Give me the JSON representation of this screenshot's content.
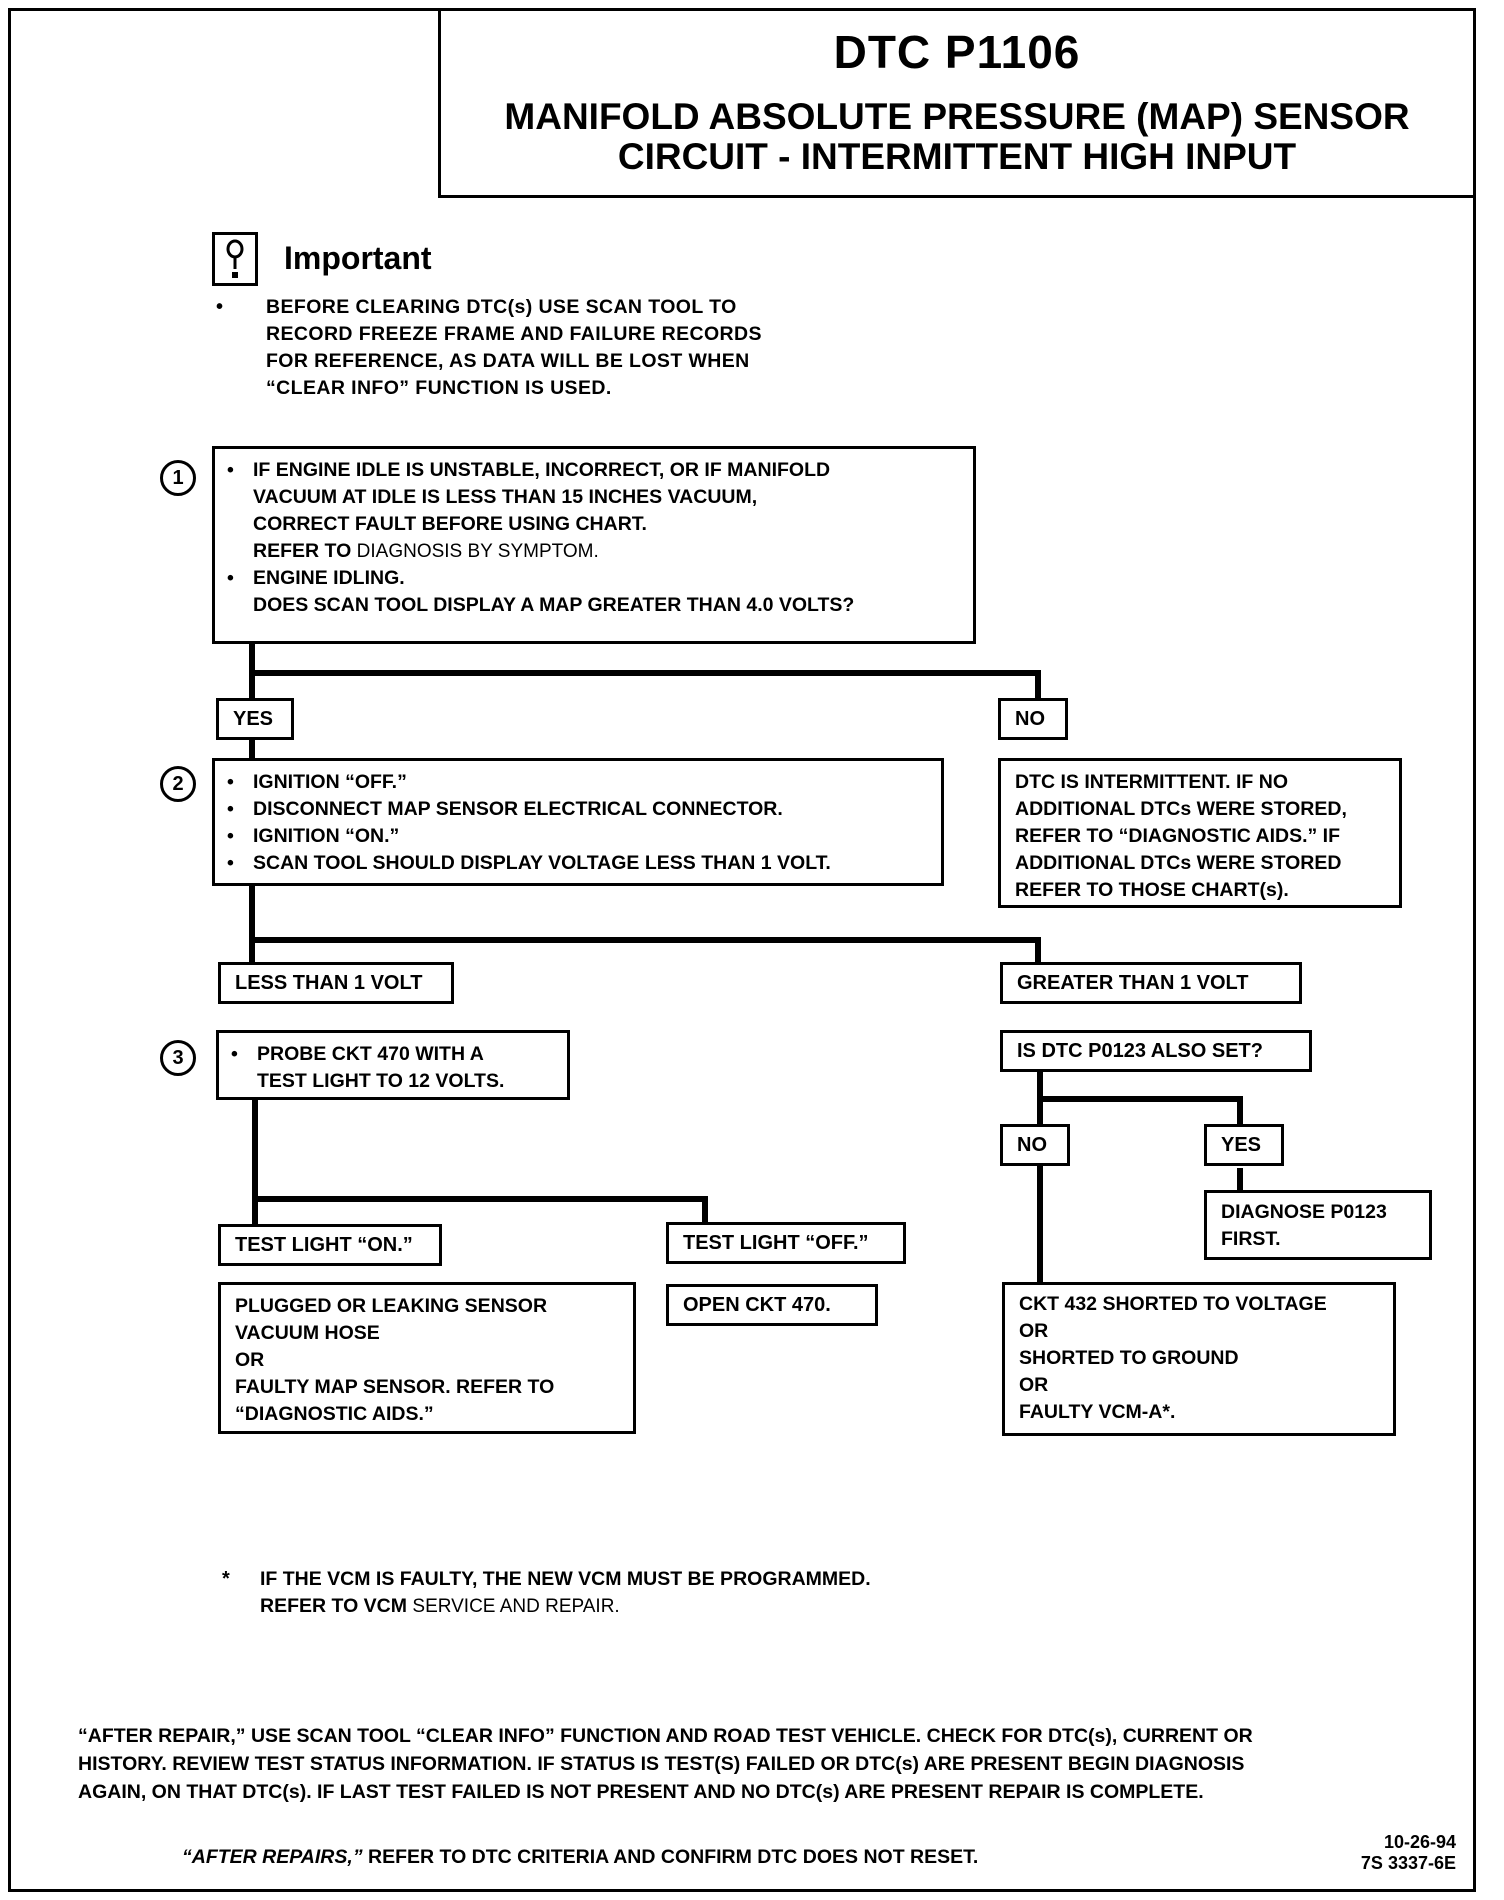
{
  "header": {
    "dtc_code": "DTC P1106",
    "title_line1": "MANIFOLD ABSOLUTE PRESSURE (MAP) SENSOR",
    "title_line2": "CIRCUIT - INTERMITTENT HIGH INPUT"
  },
  "important": {
    "icon": "exclamation-icon",
    "label": "Important",
    "lines": [
      "BEFORE CLEARING DTC(s) USE SCAN TOOL TO",
      "RECORD FREEZE FRAME AND FAILURE RECORDS",
      "FOR REFERENCE, AS DATA WILL BE LOST WHEN",
      "“CLEAR INFO” FUNCTION IS USED."
    ]
  },
  "steps": {
    "step1": {
      "number": "1",
      "lines": [
        "IF ENGINE IDLE IS UNSTABLE, INCORRECT, OR IF MANIFOLD",
        "VACUUM AT IDLE IS LESS THAN 15 INCHES VACUUM,",
        "CORRECT FAULT BEFORE USING CHART.",
        "REFER TO",
        "DIAGNOSIS BY SYMPTOM.",
        "ENGINE IDLING.",
        "DOES SCAN TOOL DISPLAY A MAP GREATER THAN 4.0 VOLTS?"
      ]
    },
    "step2": {
      "number": "2",
      "lines": [
        "IGNITION “OFF.”",
        "DISCONNECT MAP SENSOR ELECTRICAL CONNECTOR.",
        "IGNITION “ON.”",
        "SCAN TOOL SHOULD DISPLAY VOLTAGE LESS THAN 1 VOLT."
      ]
    },
    "step3": {
      "number": "3",
      "lines": [
        "PROBE CKT 470 WITH A",
        "TEST LIGHT TO 12 VOLTS."
      ]
    }
  },
  "labels": {
    "yes1": "YES",
    "no1": "NO",
    "less_than_1v": "LESS THAN 1 VOLT",
    "greater_than_1v": "GREATER THAN 1 VOLT",
    "p0123_question": "IS DTC P0123 ALSO SET?",
    "no2": "NO",
    "yes2": "YES",
    "test_light_on": "TEST LIGHT “ON.”",
    "test_light_off": "TEST LIGHT “OFF.”"
  },
  "results": {
    "intermittent": [
      "DTC IS INTERMITTENT. IF NO",
      "ADDITIONAL DTCs WERE STORED,",
      "REFER TO “DIAGNOSTIC AIDS.” IF",
      "ADDITIONAL DTCs WERE STORED",
      "REFER TO THOSE CHART(s)."
    ],
    "diagnose_p0123": [
      "DIAGNOSE P0123",
      "FIRST."
    ],
    "plugged_hose": [
      "PLUGGED OR LEAKING SENSOR",
      "VACUUM HOSE",
      "OR",
      "FAULTY MAP SENSOR.  REFER TO",
      "“DIAGNOSTIC AIDS.”"
    ],
    "open_ckt": "OPEN CKT 470.",
    "ckt432": [
      "CKT 432 SHORTED TO VOLTAGE",
      "OR",
      "SHORTED TO GROUND",
      "OR",
      "FAULTY VCM-A*."
    ]
  },
  "footnote": {
    "star": "*",
    "line1": "IF THE VCM IS FAULTY, THE NEW VCM MUST BE PROGRAMMED.",
    "line2a": "REFER TO VCM",
    "line2b": "SERVICE AND REPAIR."
  },
  "after_repair": {
    "lines": [
      "“AFTER REPAIR,” USE SCAN TOOL “CLEAR INFO” FUNCTION AND ROAD TEST VEHICLE. CHECK FOR DTC(s), CURRENT OR",
      "HISTORY. REVIEW TEST STATUS INFORMATION. IF STATUS IS TEST(S) FAILED OR DTC(s) ARE PRESENT BEGIN DIAGNOSIS",
      "AGAIN, ON THAT DTC(s). IF LAST TEST FAILED IS NOT PRESENT AND NO DTC(s) ARE PRESENT REPAIR IS COMPLETE."
    ],
    "final_italic": "“AFTER REPAIRS,”",
    "final_rest": "REFER TO DTC CRITERIA AND CONFIRM DTC DOES NOT RESET."
  },
  "doc_ref": {
    "date": "10-26-94",
    "number": "7S 3337-6E"
  }
}
